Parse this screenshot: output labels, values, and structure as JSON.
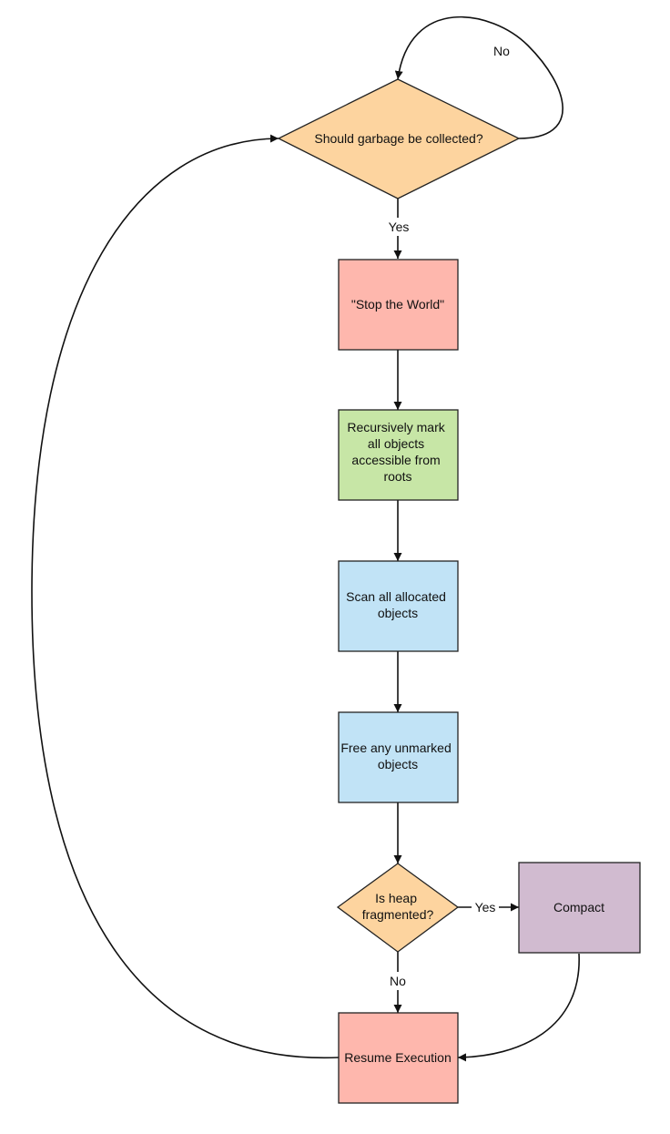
{
  "nodes": {
    "should_gc": {
      "label": "Should garbage be collected?",
      "shape": "diamond",
      "fill": "#fdd49f"
    },
    "stop_world": {
      "label": "\"Stop the World\"",
      "shape": "rect",
      "fill": "#feb7ad"
    },
    "mark": {
      "label_lines": [
        "Recursively mark",
        "all objects",
        "accessible from",
        "roots"
      ],
      "shape": "rect",
      "fill": "#c7e6a6"
    },
    "scan": {
      "label_lines": [
        "Scan all allocated",
        "objects"
      ],
      "shape": "rect",
      "fill": "#c1e3f6"
    },
    "free": {
      "label_lines": [
        "Free any unmarked",
        "objects"
      ],
      "shape": "rect",
      "fill": "#c1e3f6"
    },
    "heap_fragmented": {
      "label_lines": [
        "Is heap",
        "fragmented?"
      ],
      "shape": "diamond",
      "fill": "#fdd49f"
    },
    "compact": {
      "label": "Compact",
      "shape": "rect",
      "fill": "#d1bbd0"
    },
    "resume": {
      "label": "Resume Execution",
      "shape": "rect",
      "fill": "#feb7ad"
    }
  },
  "edges": {
    "gc_no_loop": {
      "from": "should_gc",
      "to": "should_gc",
      "label": "No"
    },
    "gc_yes": {
      "from": "should_gc",
      "to": "stop_world",
      "label": "Yes"
    },
    "stop_to_mark": {
      "from": "stop_world",
      "to": "mark"
    },
    "mark_to_scan": {
      "from": "mark",
      "to": "scan"
    },
    "scan_to_free": {
      "from": "scan",
      "to": "free"
    },
    "free_to_heap": {
      "from": "free",
      "to": "heap_fragmented"
    },
    "heap_yes": {
      "from": "heap_fragmented",
      "to": "compact",
      "label": "Yes"
    },
    "heap_no": {
      "from": "heap_fragmented",
      "to": "resume",
      "label": "No"
    },
    "compact_to_resume": {
      "from": "compact",
      "to": "resume"
    },
    "resume_to_gc": {
      "from": "resume",
      "to": "should_gc"
    }
  }
}
